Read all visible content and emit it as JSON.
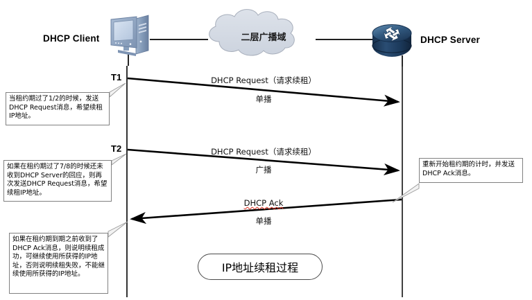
{
  "diagram": {
    "title": "IP地址续租过程",
    "nodes": {
      "client": {
        "label": "DHCP Client",
        "icon": "desktop-computer-icon"
      },
      "server": {
        "label": "DHCP Server",
        "icon": "router-icon"
      },
      "cloud": {
        "label": "二层广播域",
        "icon": "cloud-icon"
      }
    },
    "time_marks": [
      {
        "id": "t1",
        "label": "T1"
      },
      {
        "id": "t2",
        "label": "T2"
      }
    ],
    "messages": [
      {
        "id": "msg-1",
        "name": "DHCP Request（请求续租）",
        "mode": "单播",
        "direction": "client-to-server"
      },
      {
        "id": "msg-2",
        "name": "DHCP Request（请求续租）",
        "mode": "广播",
        "direction": "client-to-server"
      },
      {
        "id": "msg-3",
        "name": "DHCP Ack",
        "mode": "单播",
        "direction": "server-to-client"
      }
    ],
    "callouts": [
      {
        "id": "callout-t1",
        "text": "当租约期过了1/2的时候，发送DHCP Request消息，希望续租IP地址。",
        "anchor": "T1"
      },
      {
        "id": "callout-t2",
        "text": "如果在租约期过了7/8的时候还未收到DHCP Server的回应，则再次发送DHCP Request消息，希望续租IP地址。",
        "anchor": "T2"
      },
      {
        "id": "callout-server",
        "text": "重新开始租约期的计时，并发送DHCP Ack消息。",
        "anchor": "server-lifeline"
      },
      {
        "id": "callout-result",
        "text": "如果在租约期到期之前收到了DHCP Ack消息，则说明续租成功，可继续使用所获得的IP地址，否则说明续租失败，不能继续使用所获得的IP地址。",
        "anchor": "client-lifeline"
      }
    ],
    "colors": {
      "background": "#ffffff",
      "cloud_fill": "#d4dae4",
      "cloud_stroke": "#9aa3b0",
      "router_dark": "#1d3a5c",
      "router_light": "#3f6f96",
      "pc_body": "#8fa4bf",
      "pc_screen": "#c6d4e6",
      "line": "#000000",
      "callout_border": "#808080",
      "title_border": "#4a4a4a"
    }
  }
}
